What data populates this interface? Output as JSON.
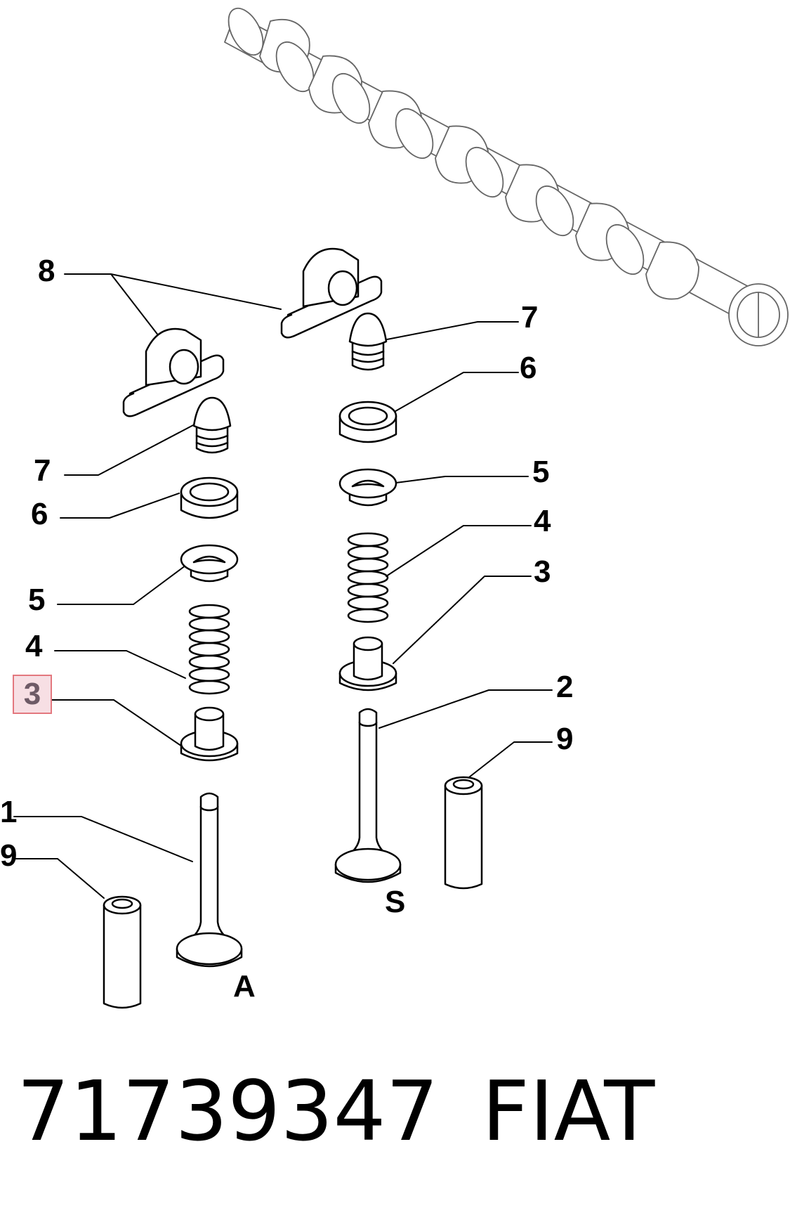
{
  "callouts": {
    "c8": "8",
    "c7l": "7",
    "c6l": "6",
    "c5l": "5",
    "c4l": "4",
    "c3l": "3",
    "c1": "1",
    "c9l": "9",
    "c7r": "7",
    "c6r": "6",
    "c5r": "5",
    "c4r": "4",
    "c3r": "3",
    "c2": "2",
    "c9r": "9"
  },
  "letters": {
    "intake": "A",
    "exhaust": "S"
  },
  "footer": {
    "part_number": "71739347",
    "brand": "FIAT"
  },
  "highlight": {
    "callout": "3",
    "fill": "#f7dfe4",
    "border": "#e3787f",
    "text": "#6e5a66"
  },
  "icons": [
    "camshaft-icon",
    "rocker-follower-icon",
    "valve-cap-icon",
    "spring-retainer-icon",
    "valve-seat-icon",
    "valve-spring-icon",
    "valve-stem-seal-icon",
    "valve-icon",
    "valve-guide-icon"
  ]
}
